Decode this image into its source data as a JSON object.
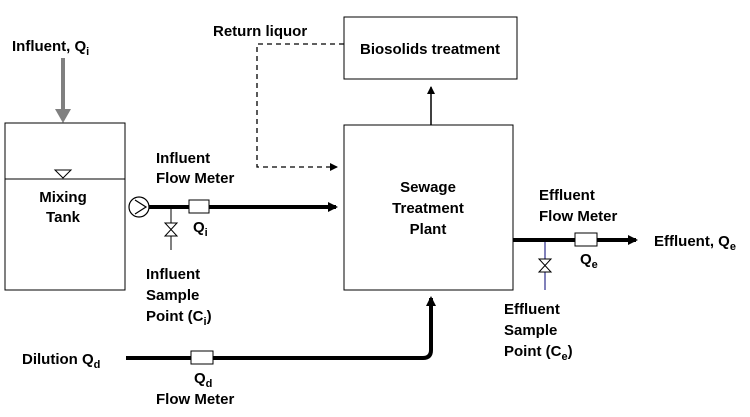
{
  "colors": {
    "line": "#000000",
    "background": "#ffffff",
    "influent_arrow": "#808080",
    "effluent_sample_line": "#2a2a8c"
  },
  "nodes": {
    "mixing_tank": {
      "line1": "Mixing",
      "line2": "Tank"
    },
    "sewage_plant": {
      "line1": "Sewage",
      "line2": "Treatment",
      "line3": "Plant"
    },
    "biosolids": {
      "label": "Biosolids treatment"
    }
  },
  "labels": {
    "influent": {
      "text": "Influent, Q",
      "sub": "i"
    },
    "return_liquor": "Return liquor",
    "influent_flow_meter": {
      "line1": "Influent",
      "line2": "Flow Meter"
    },
    "influent_meter_q": {
      "text": "Q",
      "sub": "i"
    },
    "influent_sample": {
      "line1": "Influent",
      "line2": "Sample",
      "line3": "Point (C",
      "sub": "i",
      "close": ")"
    },
    "effluent_flow_meter": {
      "line1": "Effluent",
      "line2": "Flow Meter"
    },
    "effluent": {
      "text": "Effluent, Q",
      "sub": "e"
    },
    "effluent_meter_q": {
      "text": "Q",
      "sub": "e"
    },
    "effluent_sample": {
      "line1": "Effluent",
      "line2": "Sample",
      "line3": "Point (C",
      "sub": "e",
      "close": ")"
    },
    "dilution": {
      "text": "Dilution Q",
      "sub": "d"
    },
    "dilution_meter_q": {
      "text": "Q",
      "sub": "d"
    },
    "dilution_flow_meter": "Flow Meter"
  }
}
